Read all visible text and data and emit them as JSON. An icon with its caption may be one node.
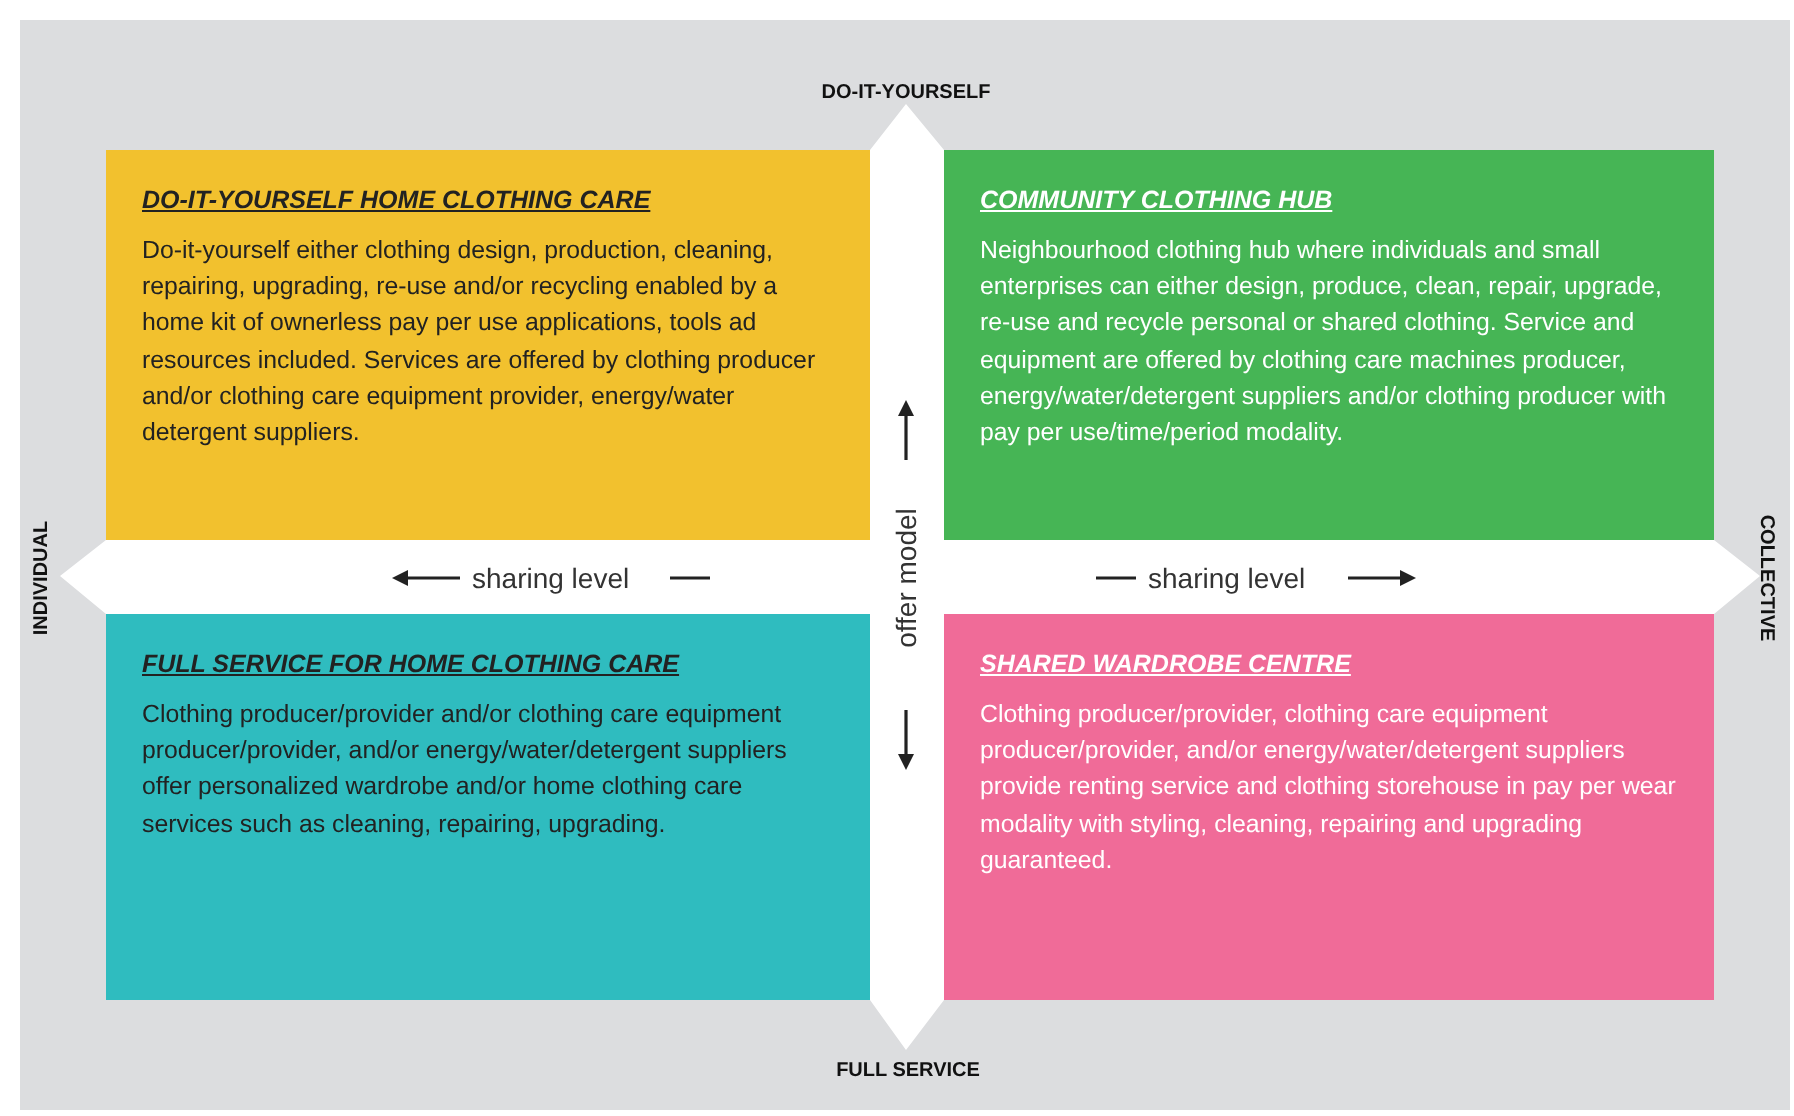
{
  "diagram": {
    "nodes": [
      {
        "text": [
          "DO-IT-YOURSELF HOME CLOTHING CARE",
          "Do-it-yourself either clothing design, production, cleaning, repairing, upgrading, re-use and/or recycling enabled by a home kit of ownerless pay per use applications, tools ad resources included. Services are offered by clothing producer and/or clothing care equipment provider, energy/water detergent suppliers."
        ]
      },
      {
        "text": [
          "COMMUNITY CLOTHING HUB",
          "Neighbourhood clothing hub where individuals and small enterprises can either design, produce, clean, repair, upgrade, re-use and recycle personal or shared clothing. Service and equipment are offered by clothing care machines producer, energy/water/detergent suppliers and/or clothing producer with pay per use/time/period modality."
        ]
      },
      {
        "text": [
          "FULL SERVICE FOR HOME CLOTHING CARE",
          "Clothing producer/provider and/or clothing care equipment producer/provider, and/or energy/water/detergent suppliers offer personalized wardrobe and/or home clothing care services such as cleaning, repairing, upgrading."
        ]
      },
      {
        "text": [
          "SHARED WARDROBE CENTRE",
          "Clothing producer/provider, clothing care equipment producer/provider, and/or energy/water/detergent suppliers provide renting service and clothing storehouse in pay per wear modality with styling, cleaning, repairing and upgrading guaranteed."
        ]
      }
    ],
    "labels": [
      "DO-IT-YOURSELF",
      "INDIVIDUAL",
      "sharing level",
      "offer model",
      "sharing level",
      "COLLECTIVE",
      "FULL SERVICE"
    ]
  }
}
